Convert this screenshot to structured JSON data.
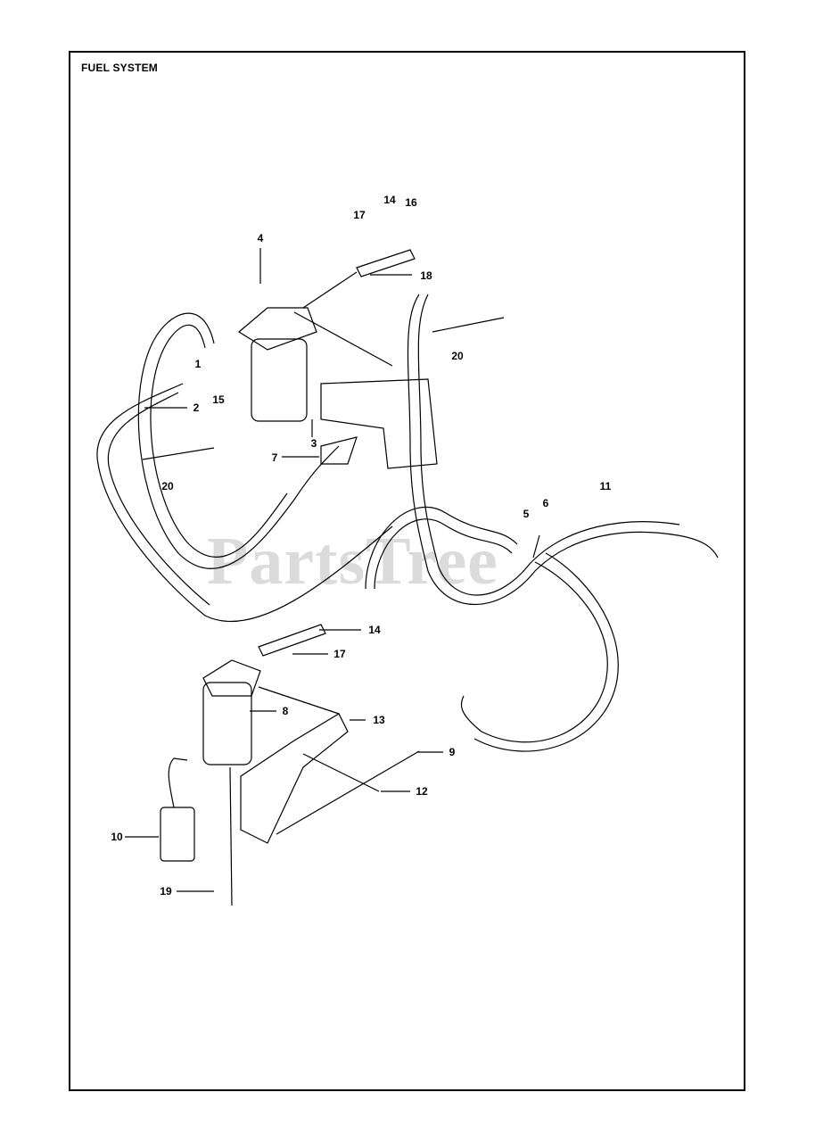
{
  "title": "FUEL SYSTEM",
  "watermark": "PartsTree",
  "callouts": [
    {
      "id": "c14a",
      "text": "14"
    },
    {
      "id": "c16",
      "text": "16"
    },
    {
      "id": "c17a",
      "text": "17"
    },
    {
      "id": "c4",
      "text": "4"
    },
    {
      "id": "c18",
      "text": "18"
    },
    {
      "id": "c1",
      "text": "1"
    },
    {
      "id": "c15",
      "text": "15"
    },
    {
      "id": "c2",
      "text": "2"
    },
    {
      "id": "c20a",
      "text": "20"
    },
    {
      "id": "c3",
      "text": "3"
    },
    {
      "id": "c7",
      "text": "7"
    },
    {
      "id": "c20b",
      "text": "20"
    },
    {
      "id": "c11",
      "text": "11"
    },
    {
      "id": "c5",
      "text": "5"
    },
    {
      "id": "c6",
      "text": "6"
    },
    {
      "id": "c14b",
      "text": "14"
    },
    {
      "id": "c17b",
      "text": "17"
    },
    {
      "id": "c8",
      "text": "8"
    },
    {
      "id": "c13",
      "text": "13"
    },
    {
      "id": "c9",
      "text": "9"
    },
    {
      "id": "c12",
      "text": "12"
    },
    {
      "id": "c10",
      "text": "10"
    },
    {
      "id": "c19",
      "text": "19"
    }
  ]
}
